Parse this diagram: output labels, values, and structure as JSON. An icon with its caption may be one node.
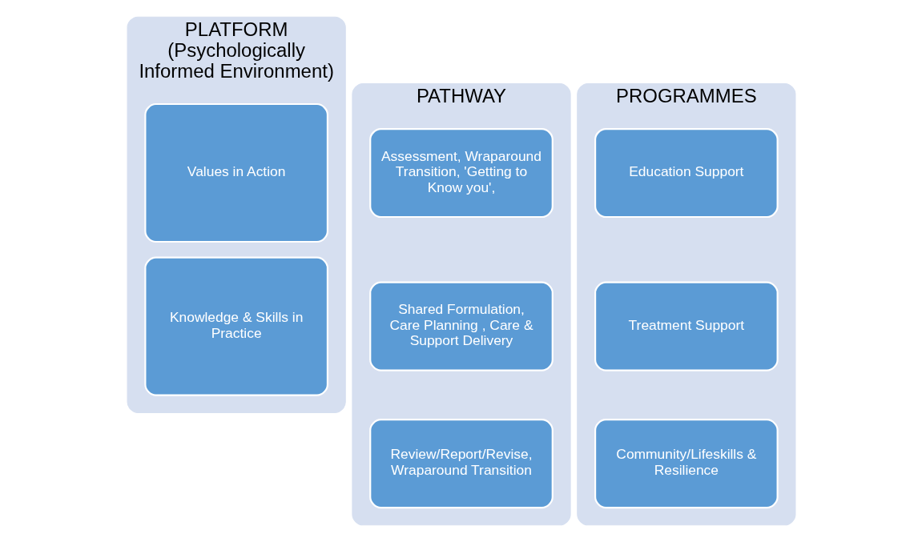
{
  "diagram": {
    "nodes": [
      {
        "text": [
          "PLATFORM (Psychologically Informed Environment)"
        ]
      },
      {
        "text": [
          "Values in Action"
        ],
        "in": 0
      },
      {
        "text": [
          "Knowledge & Skills in Practice"
        ],
        "in": 0
      },
      {
        "text": [
          "PATHWAY"
        ]
      },
      {
        "text": [
          "Assessment, Wraparound Transition, 'Getting to Know you',"
        ],
        "in": 3
      },
      {
        "text": [
          "Shared Formulation,",
          "Care Planning , Care & Support Delivery"
        ],
        "in": 3
      },
      {
        "text": [
          "Review/Report/Revise,",
          "Wraparound Transition"
        ],
        "in": 3
      },
      {
        "text": [
          "PROGRAMMES"
        ]
      },
      {
        "text": [
          "Education Support"
        ],
        "in": 7
      },
      {
        "text": [
          "Treatment Support"
        ],
        "in": 7
      },
      {
        "text": [
          "Community/Lifeskills & Resilience"
        ],
        "in": 7
      }
    ]
  }
}
